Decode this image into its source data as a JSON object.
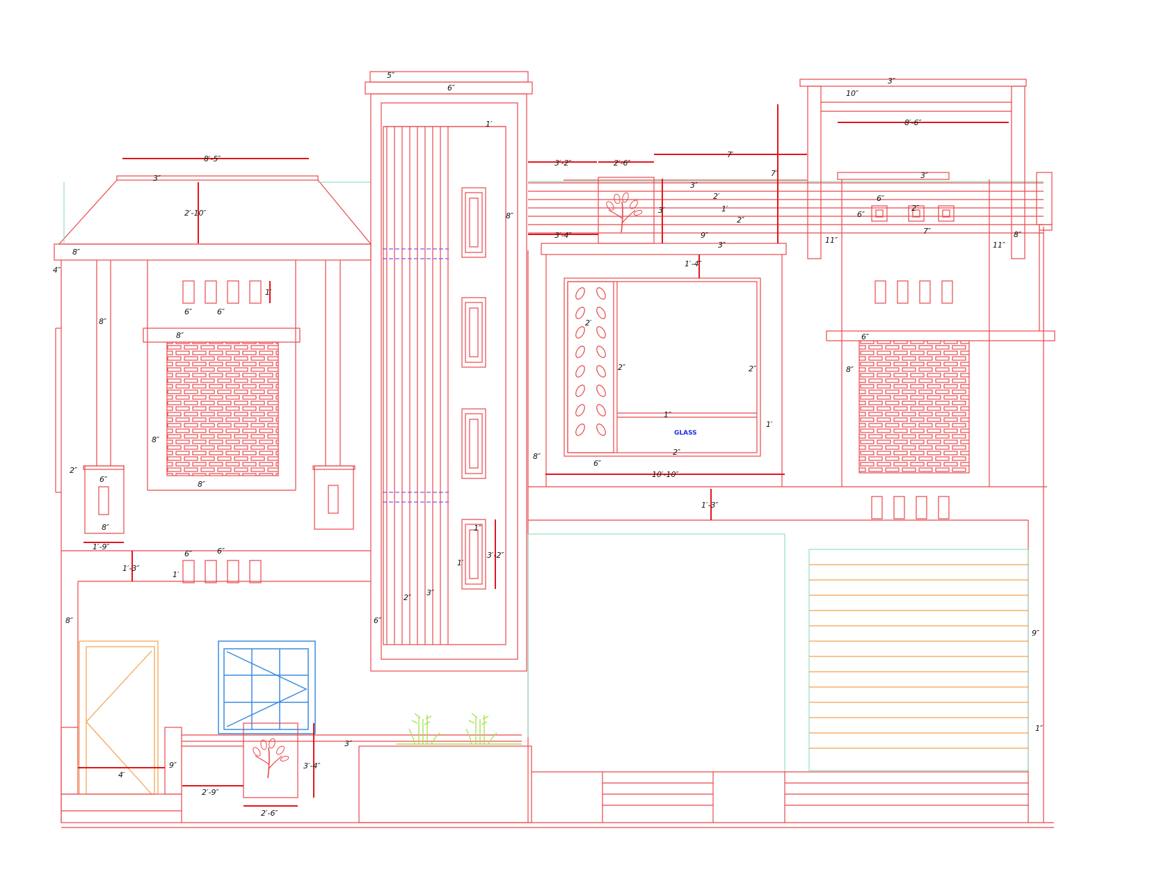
{
  "drawing": {
    "colors": {
      "line": "#e8474b",
      "dimension": "#e3141b",
      "guide": "#7fd9b0",
      "door": "#f2a04a",
      "window": "#3a8be0",
      "plant": "#a6e04a",
      "glass_text": "#1a2de6"
    },
    "material_labels": {
      "glass": "GLASS"
    },
    "dimensions": {
      "d_5in": "5″",
      "d_6in_top": "6″",
      "d_1ft_col": "1′",
      "d_8in_col": "8″",
      "d_8ft5": "8′-5″",
      "d_3in_roof": "3″",
      "d_2ft10": "2′-10″",
      "d_8in_eave": "8″",
      "d_4in_eave": "4″",
      "d_1ft_vent": "1′",
      "d_6in_v1": "6″",
      "d_6in_v2": "6″",
      "d_8in_sill": "8″",
      "d_8in_brick_l": "8″",
      "d_8in_brick_b": "8″",
      "d_8in_pillar": "8″",
      "d_2in_lamp": "2″",
      "d_6in_lamp": "6″",
      "d_8in_lamp": "8″",
      "d_1ft9": "1′-9″",
      "d_6in_a": "6″",
      "d_6in_b": "6″",
      "d_1ft3_l": "1′-3″",
      "d_1ft_l": "1′",
      "d_8in_wall": "8″",
      "d_4ft": "4′",
      "d_9in_gate": "9″",
      "d_2ft9": "2′-9″",
      "d_2ft6_b": "2′-6″",
      "d_3ft4_b": "3′-4″",
      "d_3in_rail": "3″",
      "d_1in_pn": "1″",
      "d_1ft_pn": "1′",
      "d_3ft2_pn": "3′-2″",
      "d_2in_fin": "2″",
      "d_3in_fin": "3″",
      "d_6in_fin": "6″",
      "d_3ft2_t": "3′-2″",
      "d_2ft6_t": "2′-6″",
      "d_7ft_h": "7′",
      "d_7ft_v": "7′",
      "d_3in_s1": "3″",
      "d_2in_s1": "2′",
      "d_1ft_s": "1′",
      "d_2in_s2": "2″",
      "d_3ft_s": "3′",
      "d_3ft4_t": "3′-4″",
      "d_9in_s": "9″",
      "d_3in_s3": "3″",
      "d_1ft4": "1′-4″",
      "d_2ft_jali": "2′",
      "d_2in_jl": "2″",
      "d_2in_jr": "2″",
      "d_1in_g": "1″",
      "d_1ft_g": "1′",
      "d_2in_g": "2″",
      "d_6in_g": "6″",
      "d_10ft10": "10′-10″",
      "d_8in_g": "8″",
      "d_1ft3_m": "1′-3″",
      "d_3in_rt": "3″",
      "d_10in": "10″",
      "d_8ft6": "8′-6″",
      "d_3in_rt2": "3″",
      "d_6in_r1": "6″",
      "d_6in_r2": "6″",
      "d_2in_r": "2″",
      "d_7in": "7″",
      "d_11in_a": "11″",
      "d_11in_b": "11″",
      "d_8in_r": "8″",
      "d_6in_rs": "6″",
      "d_8in_rb": "8″",
      "d_9in_r": "9″",
      "d_1in_r": "1″"
    }
  }
}
